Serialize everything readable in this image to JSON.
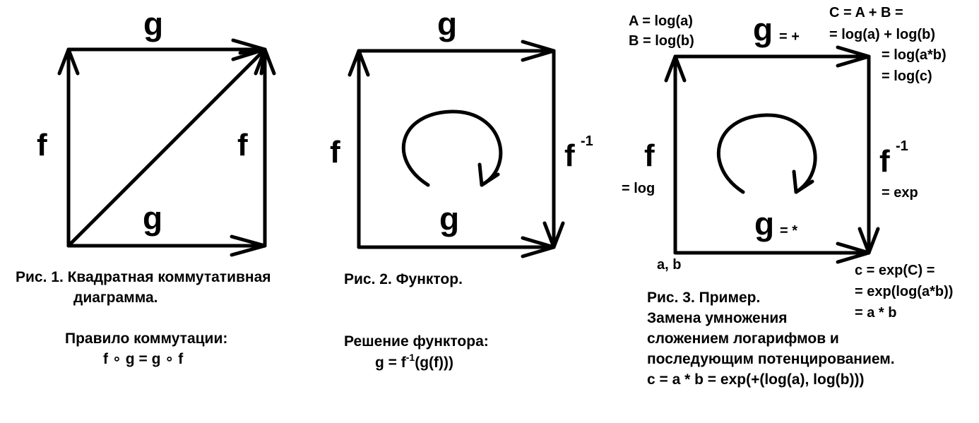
{
  "fig1": {
    "g_top": "g",
    "g_bottom": "g",
    "f_left": "f",
    "f_right": "f",
    "caption_line1": "Рис. 1. Квадратная коммутативная",
    "caption_line2": "диаграмма.",
    "rule_title": "Правило коммутации:",
    "rule_formula": "f ∘ g = g ∘ f"
  },
  "fig2": {
    "g_top": "g",
    "g_bottom": "g",
    "f_left": "f",
    "f_right": "f",
    "f_right_sup": "-1",
    "caption": "Рис. 2. Функтор.",
    "solution_title": "Решение функтора:",
    "solution_pre": "g = f",
    "solution_sup": "-1",
    "solution_post": "(g(f)))"
  },
  "fig3": {
    "top_left_line1": "A = log(a)",
    "top_left_line2": "B = log(b)",
    "g_top": "g",
    "g_top_op": "= +",
    "top_right_line1": "C = A + B =",
    "top_right_line2": "= log(a) + log(b)",
    "top_right_line3": "= log(a*b)",
    "top_right_line4": "= log(c)",
    "f_left": "f",
    "f_left_eq": "= log",
    "f_right": "f",
    "f_right_sup": "-1",
    "f_right_eq": "= exp",
    "g_bottom": "g",
    "g_bottom_op": "= *",
    "bottom_left": "a, b",
    "bottom_right_line1": "c = exp(C) =",
    "bottom_right_line2": "= exp(log(a*b))",
    "bottom_right_line3": "= a * b",
    "caption_line1": "Рис. 3. Пример.",
    "caption_line2": "Замена умножения",
    "caption_line3": "сложением логарифмов и",
    "caption_line4": "последующим потенцированием.",
    "caption_line5": "c = a * b = exp(+(log(a), log(b)))"
  }
}
